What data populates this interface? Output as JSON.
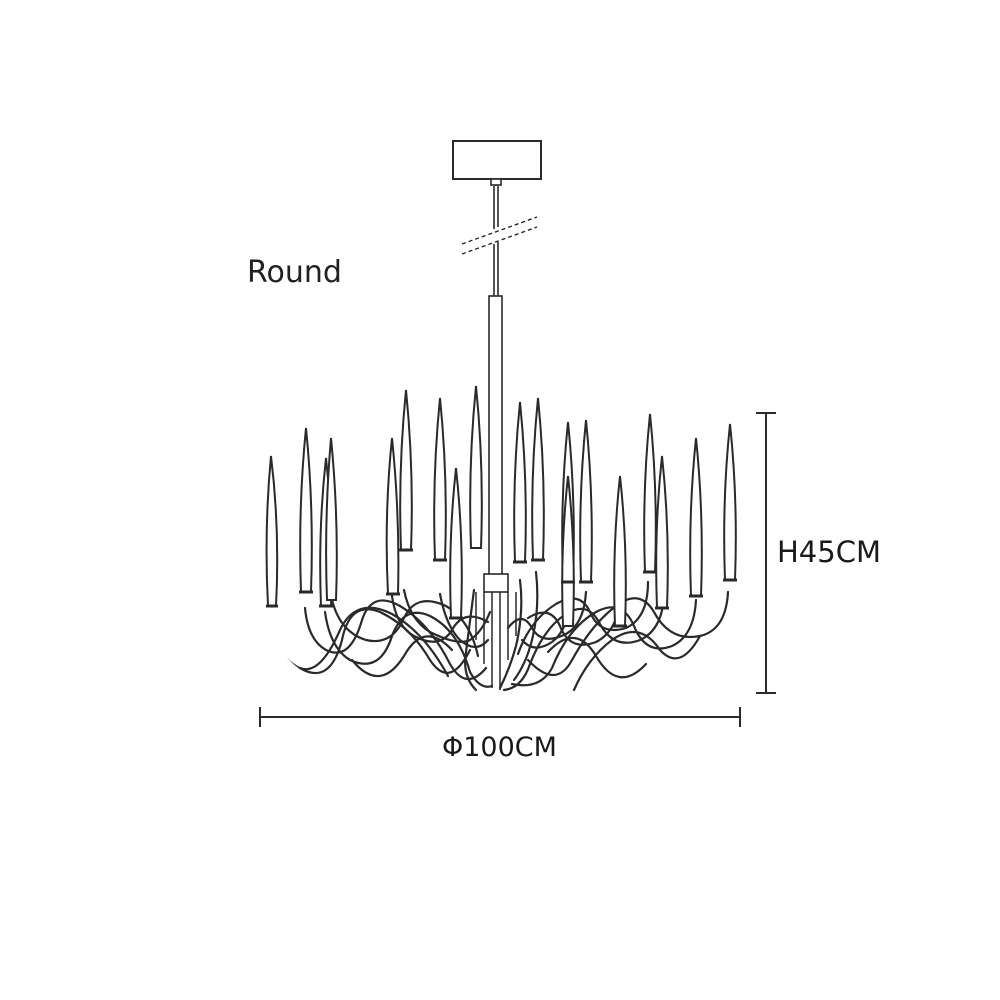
{
  "variant_label": "Round",
  "dimensions": {
    "height": "H45CM",
    "diameter": "Φ100CM"
  },
  "colors": {
    "line": "#2a2a2a",
    "background": "#ffffff"
  }
}
